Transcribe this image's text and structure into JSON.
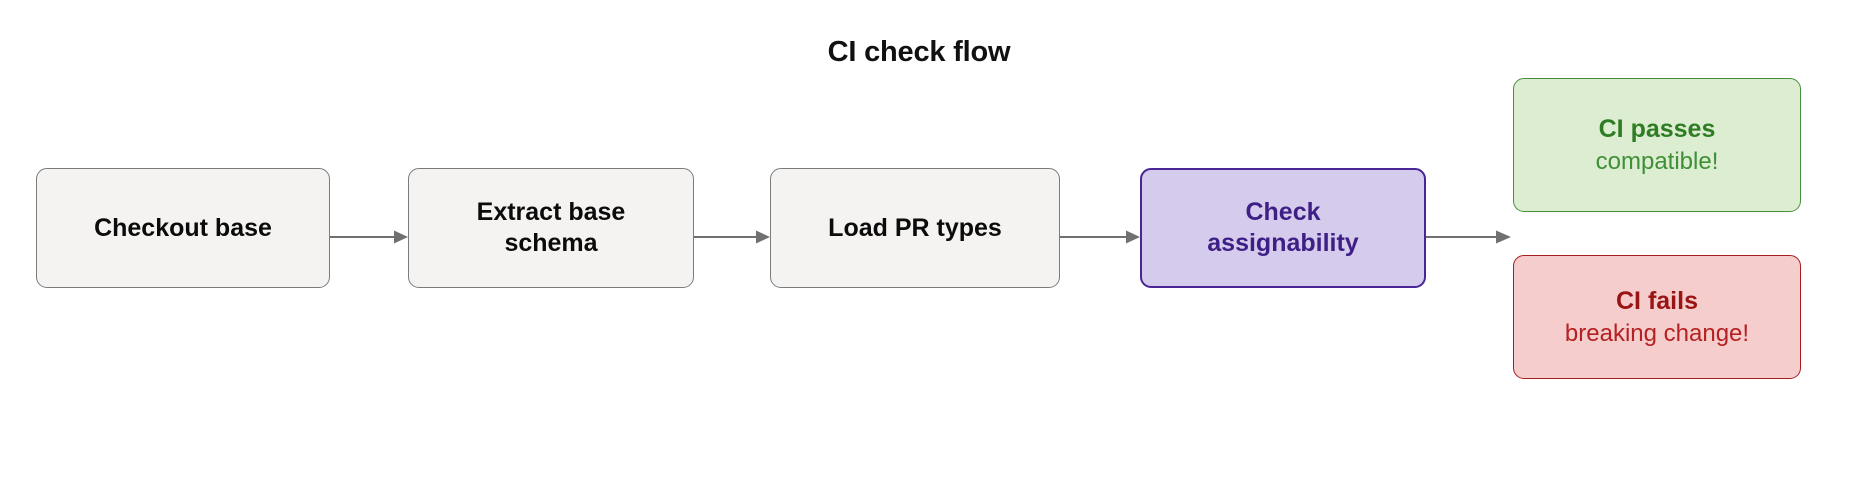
{
  "title": "CI check flow",
  "diagram": {
    "kind": "flowchart",
    "orientation": "left-to-right",
    "nodes": [
      {
        "id": "checkout-base",
        "label": "Checkout base",
        "style": "step"
      },
      {
        "id": "extract-schema",
        "label_line1": "Extract base",
        "label_line2": "schema",
        "style": "step"
      },
      {
        "id": "load-pr-types",
        "label": "Load PR types",
        "style": "step"
      },
      {
        "id": "check-assign",
        "label_line1": "Check",
        "label_line2": "assignability",
        "style": "decision"
      },
      {
        "id": "ci-passes",
        "headline": "CI passes",
        "subline": "compatible!",
        "style": "success"
      },
      {
        "id": "ci-fails",
        "headline": "CI fails",
        "subline": "breaking change!",
        "style": "failure"
      }
    ],
    "edges": [
      {
        "id": "edge-1",
        "from": "checkout-base",
        "to": "extract-schema",
        "arrow": "arrow-right-icon"
      },
      {
        "id": "edge-2",
        "from": "extract-schema",
        "to": "load-pr-types",
        "arrow": "arrow-right-icon"
      },
      {
        "id": "edge-3",
        "from": "load-pr-types",
        "to": "check-assign",
        "arrow": "arrow-right-icon"
      },
      {
        "id": "edge-4",
        "from": "check-assign",
        "to": "ci-passes",
        "arrow": "arrow-right-icon"
      }
    ]
  },
  "colors": {
    "background": "#ffffff",
    "step_fill": "#f4f3f1",
    "step_border": "#7b7b7b",
    "step_text": "#0b0b0b",
    "decision_fill": "#d5cbec",
    "decision_border": "#4a2596",
    "decision_text": "#3d1f86",
    "success_fill": "#dcedd2",
    "success_border": "#4a8f3b",
    "success_text": "#2e7d22",
    "failure_fill": "#f5cdcd",
    "failure_border": "#a51d1d",
    "failure_text": "#9b1414",
    "connector": "#707070",
    "title_text": "#111111"
  }
}
